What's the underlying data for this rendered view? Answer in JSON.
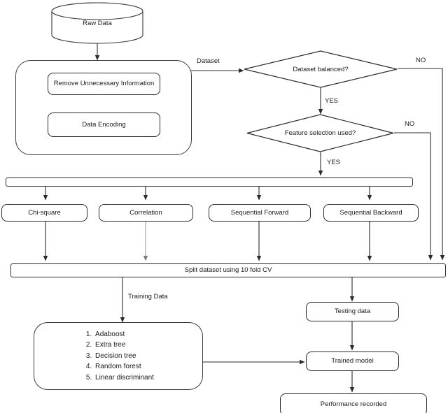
{
  "diagram": {
    "title": "Machine learning pipeline flowchart",
    "type": "flowchart",
    "stroke_color": "#2b2b2b",
    "fill_color": "#ffffff",
    "text_color": "#1a1a1a"
  },
  "nodes": {
    "raw_data": "Raw Data",
    "preprocess_step_1": "Remove Unnecessary Information",
    "preprocess_step_2": "Data Encoding",
    "decision_balanced": "Dataset balanced?",
    "decision_feature_selection": "Feature selection used?",
    "fs_chi_square": "Chi-square",
    "fs_correlation": "Correlation",
    "fs_sequential_forward": "Sequential Forward",
    "fs_sequential_backward": "Sequential Backward",
    "split": "Split dataset using 10 fold CV",
    "testing_data": "Testing data",
    "trained_model": "Trained model",
    "performance": "Performance recorded"
  },
  "algorithms": [
    "Adaboost",
    "Extra tree",
    "Decision tree",
    "Random forest",
    "Linear discriminant"
  ],
  "edge_labels": {
    "dataset": "Dataset",
    "balanced_no": "NO",
    "balanced_yes": "YES",
    "feature_no": "NO",
    "feature_yes": "YES",
    "training_data": "Training Data"
  }
}
